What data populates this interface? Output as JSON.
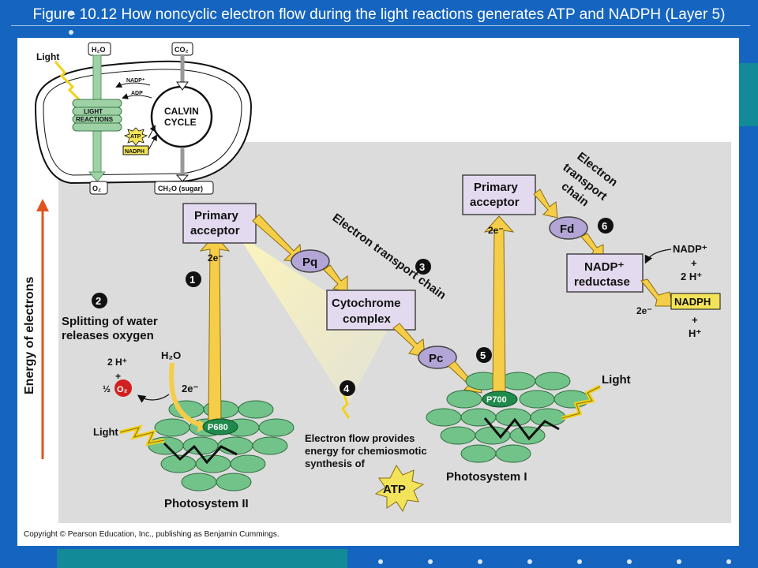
{
  "title": "Figure 10.12  How noncyclic electron flow during the light reactions generates ATP and NADPH (Layer 5)",
  "copyright": "Copyright © Pearson Education, Inc., publishing as Benjamin Cummings.",
  "inset": {
    "light": "Light",
    "h2o": "H₂O",
    "co2": "CO₂",
    "nadp": "NADP⁺",
    "adp": "ADP",
    "light_reactions_1": "LIGHT",
    "light_reactions_2": "REACTIONS",
    "calvin_1": "CALVIN",
    "calvin_2": "CYCLE",
    "atp": "ATP",
    "nadph": "NADPH",
    "o2": "O₂",
    "sugar": "CH₂O (sugar)"
  },
  "axis_label": "Energy of electrons",
  "ps2": {
    "primary_acceptor_1": "Primary",
    "primary_acceptor_2": "acceptor",
    "two_e": "2e⁻",
    "step1": "1",
    "step2": "2",
    "splitting_1": "Splitting of water",
    "splitting_2": "releases oxygen",
    "h2o": "H₂O",
    "two_h": "2 H⁺",
    "plus": "+",
    "half": "½",
    "o2": "O₂",
    "two_e_water": "2e⁻",
    "light": "Light",
    "p680": "P680",
    "name": "Photosystem II"
  },
  "etc": {
    "label": "Electron transport chain",
    "step3": "3",
    "pq": "Pq",
    "cyt_1": "Cytochrome",
    "cyt_2": "complex",
    "pc": "Pc",
    "step4": "4",
    "flow_1": "Electron flow provides",
    "flow_2": "energy for chemiosmotic",
    "flow_3": "synthesis of",
    "atp": "ATP"
  },
  "ps1": {
    "step5": "5",
    "primary_acceptor_1": "Primary",
    "primary_acceptor_2": "acceptor",
    "two_e": "2e⁻",
    "p700": "P700",
    "light": "Light",
    "name": "Photosystem I"
  },
  "etc2": {
    "label_1": "Electron",
    "label_2": "transport",
    "label_3": "chain",
    "step6": "6",
    "fd": "Fd",
    "nadp_red_1": "NADP⁺",
    "nadp_red_2": "reductase",
    "nadp_in": "NADP⁺",
    "plus": "+",
    "two_h": "2 H⁺",
    "two_e": "2e⁻",
    "nadph": "NADPH",
    "plus2": "+",
    "h_out": "H⁺"
  },
  "colors": {
    "background": "#1565c0",
    "teal": "#138a97",
    "gray_panel": "#dcdcdc",
    "box": "#e4daf0",
    "oval": "#b3a6d6",
    "arrow": "#f5cd48",
    "leaf": "#72c38a",
    "nadph": "#f2e35a",
    "o2": "#d11f1f"
  }
}
